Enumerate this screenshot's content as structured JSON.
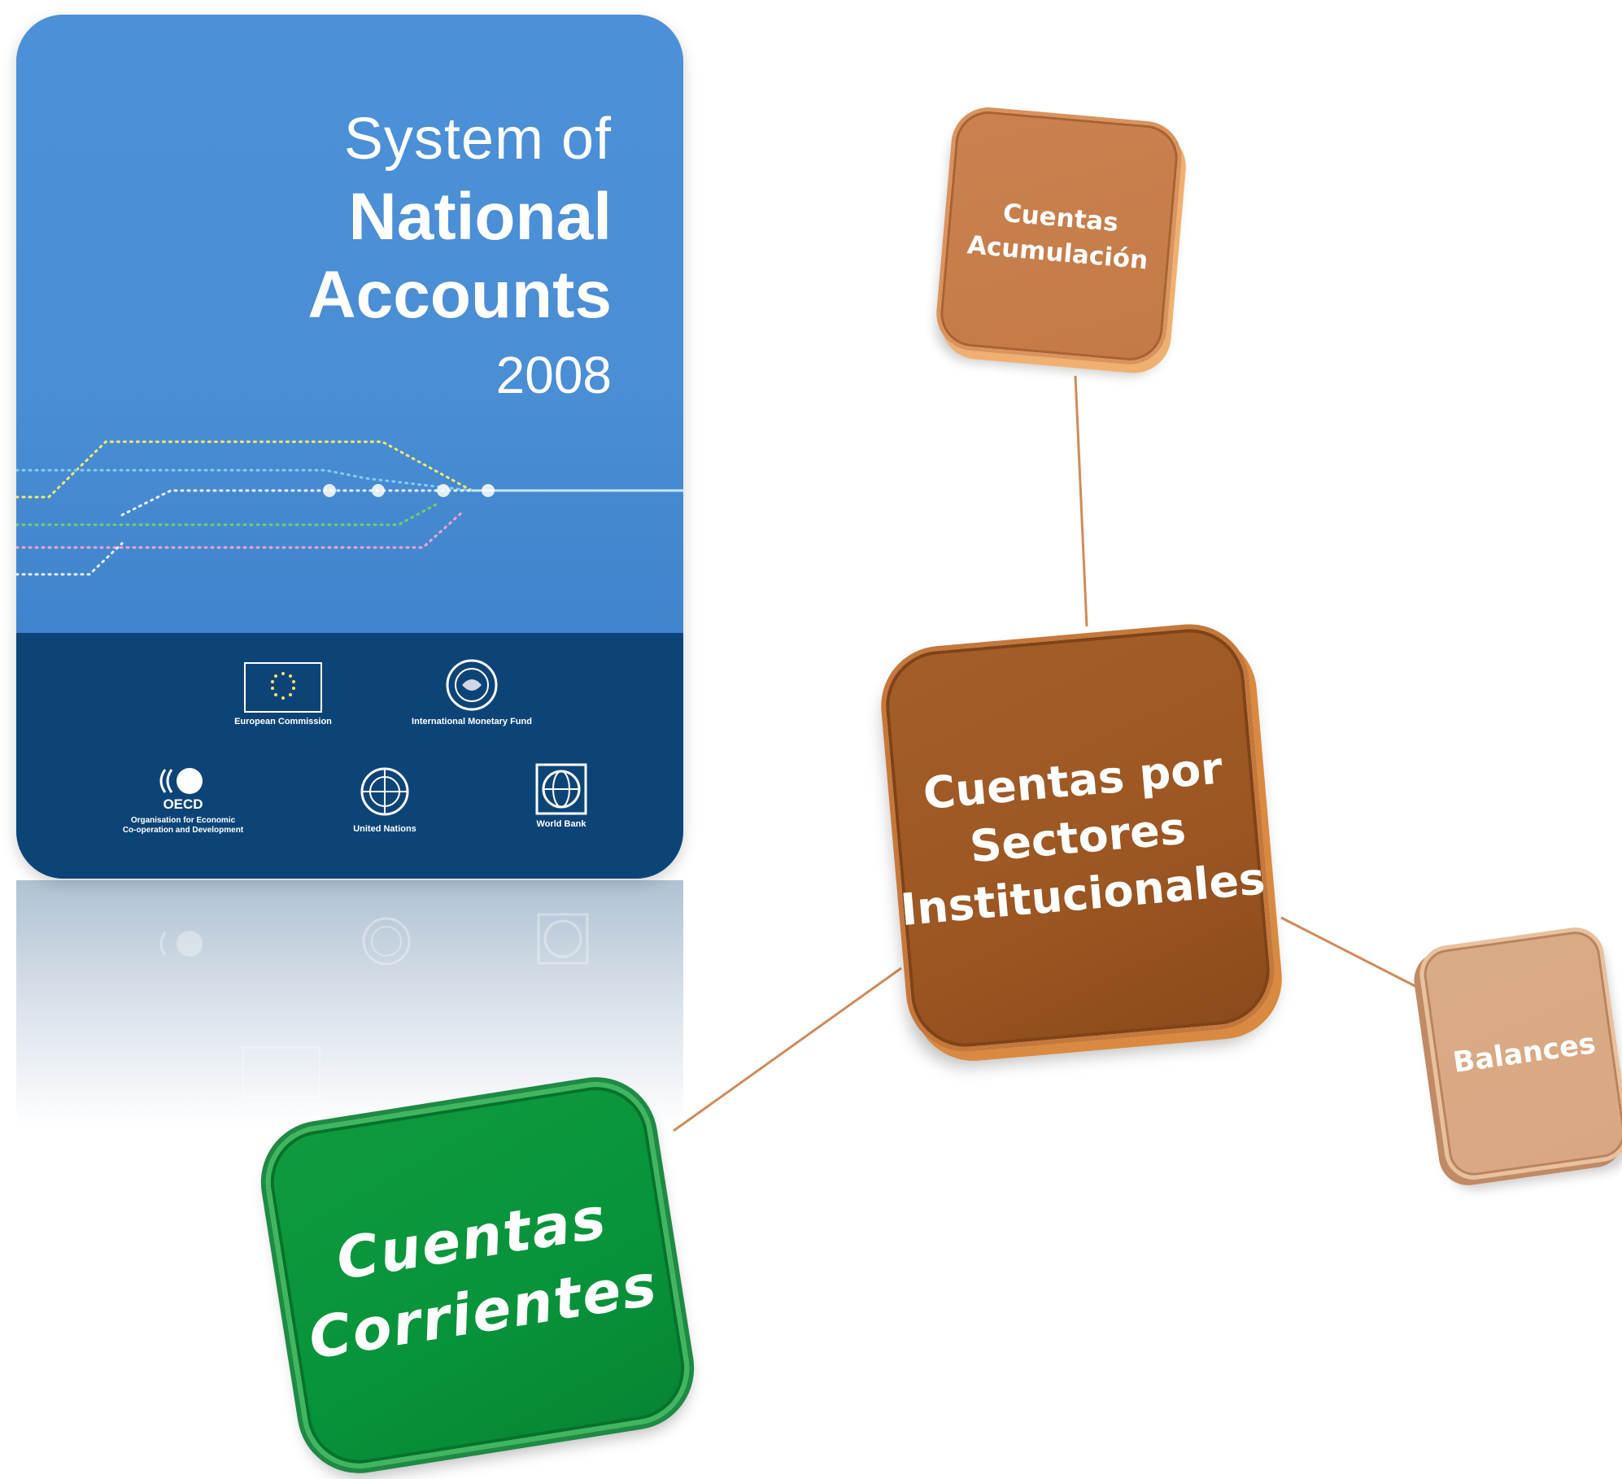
{
  "cover": {
    "title_line1": "System of",
    "title_line2": "National",
    "title_line3": "Accounts",
    "year": "2008",
    "logos": [
      {
        "caption": "European Commission",
        "icon": "eu-flag-icon"
      },
      {
        "caption": "International Monetary Fund",
        "icon": "imf-seal-icon"
      },
      {
        "caption": "Organisation for Economic\nCo-operation and Development",
        "icon": "oecd-logo-icon",
        "mark": "OECD"
      },
      {
        "caption": "United Nations",
        "icon": "un-emblem-icon"
      },
      {
        "caption": "World Bank",
        "icon": "world-bank-logo-icon"
      }
    ],
    "colors": {
      "cover_blue": "#4a8fd6",
      "cover_navy": "#0d4478"
    }
  },
  "diagram": {
    "center": {
      "label": "Cuentas por Sectores Institucionales",
      "color": "#9b5622"
    },
    "nodes": [
      {
        "id": "top",
        "label": "Cuentas Acumulación",
        "color": "#c47a46"
      },
      {
        "id": "right",
        "label": "Balances",
        "color": "#d9a783"
      },
      {
        "id": "left",
        "label": "Cuentas Corrientes",
        "color": "#07933a"
      }
    ],
    "connector_color": "#d08b5a"
  }
}
